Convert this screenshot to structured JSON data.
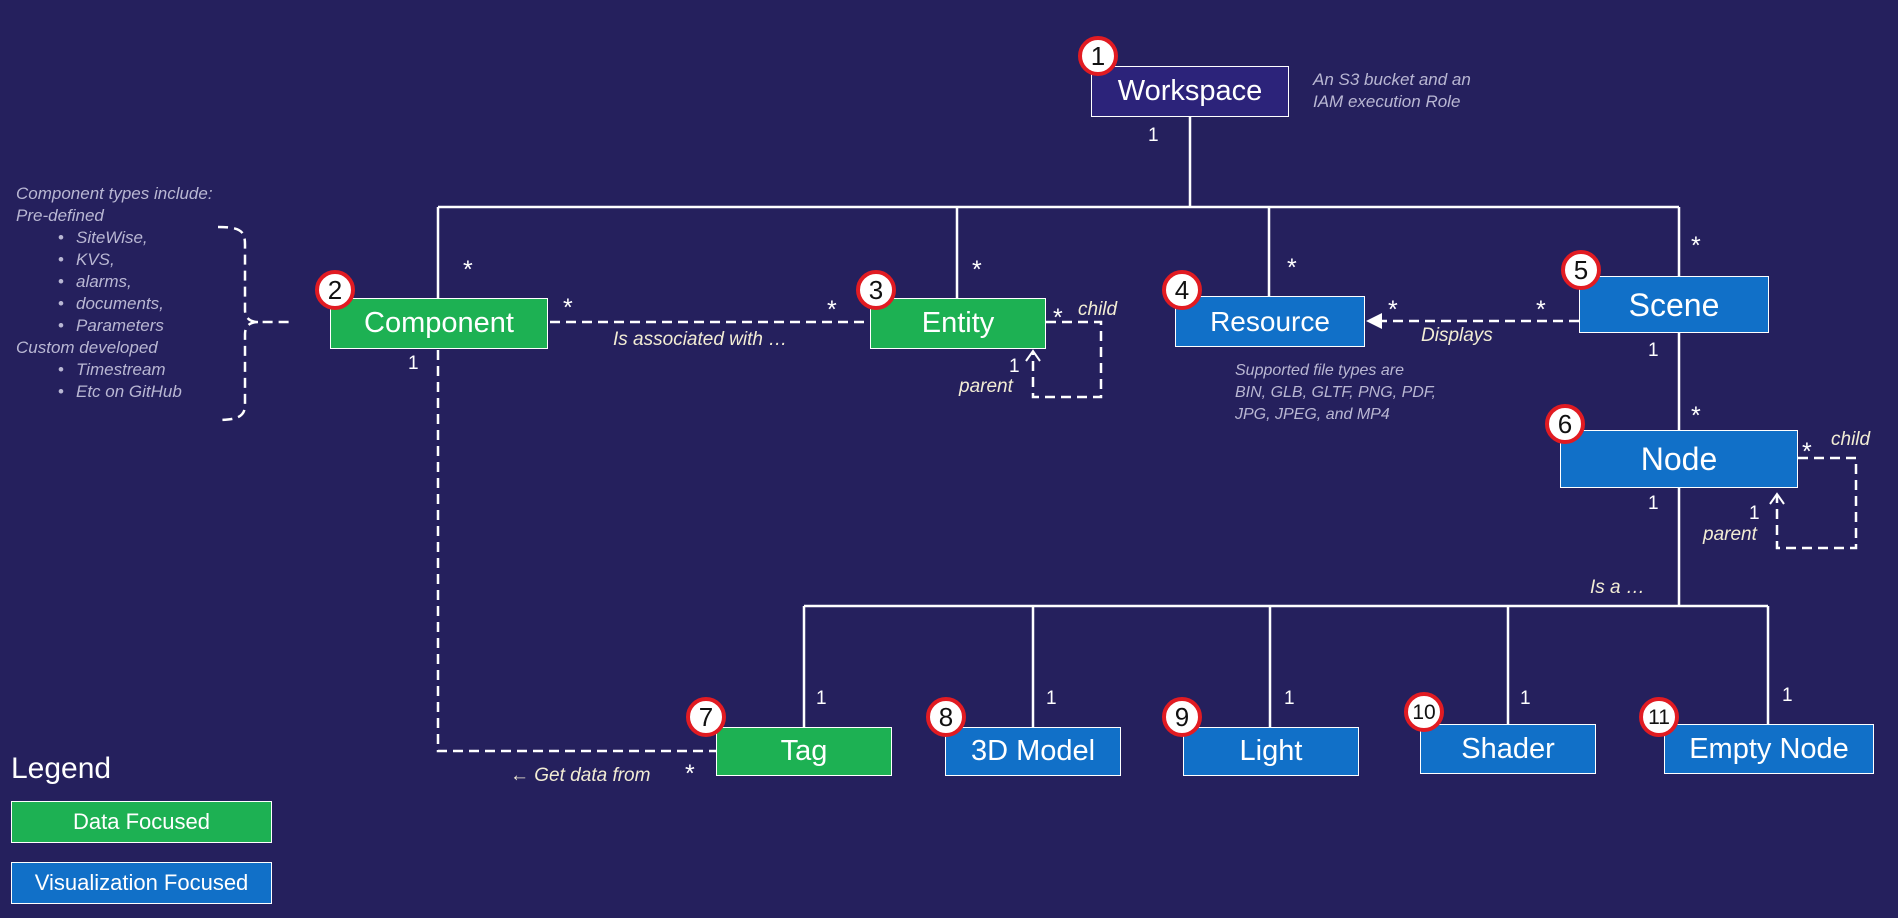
{
  "boxes": {
    "workspace": "Workspace",
    "component": "Component",
    "entity": "Entity",
    "resource": "Resource",
    "scene": "Scene",
    "node": "Node",
    "tag": "Tag",
    "model3d": "3D Model",
    "light": "Light",
    "shader": "Shader",
    "empty_node": "Empty Node"
  },
  "badges": [
    "1",
    "2",
    "3",
    "4",
    "5",
    "6",
    "7",
    "8",
    "9",
    "10",
    "11"
  ],
  "labels": {
    "associated": "Is associated with …",
    "displays": "Displays",
    "is_a": "Is a …",
    "get_data": "← Get data from",
    "child": "child",
    "parent": "parent"
  },
  "multiplicity": {
    "one": "1",
    "many": "*"
  },
  "notes": {
    "workspace": [
      "An S3 bucket and an",
      "IAM execution Role"
    ],
    "resource": [
      "Supported file types are",
      "BIN, GLB, GLTF, PNG, PDF,",
      "JPG, JPEG, and MP4"
    ],
    "component_types": {
      "heading": "Component types include:",
      "predefined": "Pre-defined",
      "predefined_items": [
        "SiteWise,",
        "KVS,",
        "alarms,",
        "documents,",
        "Parameters"
      ],
      "custom": "Custom developed",
      "custom_items": [
        "Timestream",
        "Etc on GitHub"
      ]
    }
  },
  "legend": {
    "title": "Legend",
    "data_focused": "Data Focused",
    "visualization_focused": "Visualization Focused"
  },
  "colors": {
    "background": "#25205d",
    "data_focused": "#1db153",
    "visualization_focused": "#1170c8",
    "workspace": "#2c237a",
    "badge_ring": "#e11b22"
  }
}
